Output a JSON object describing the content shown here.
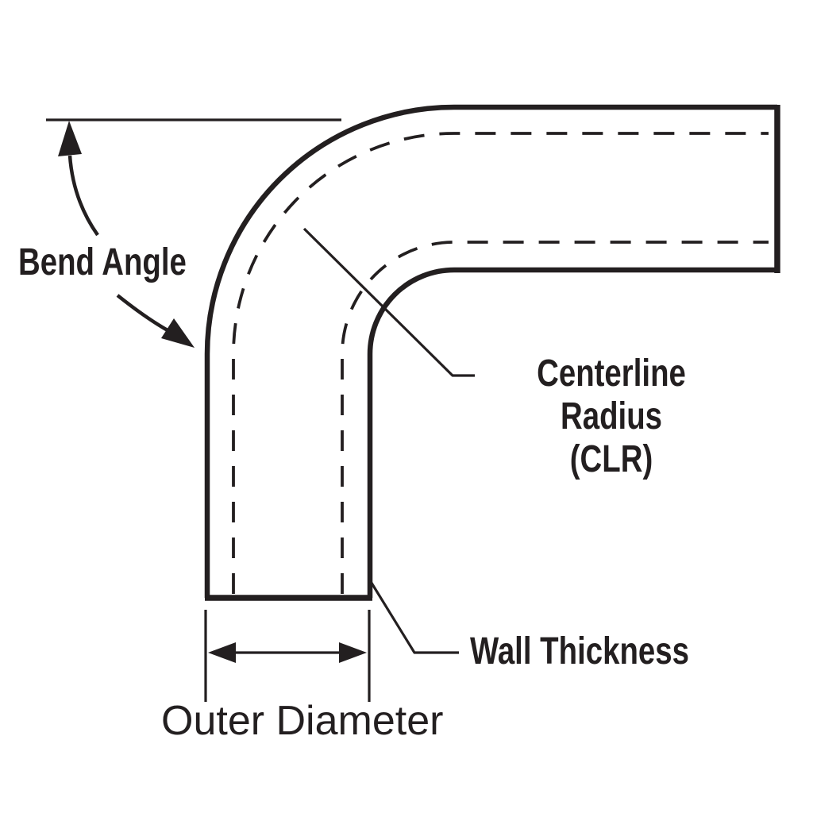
{
  "diagram": {
    "type": "technical-illustration",
    "subject": "90-degree tube bend with dimension callouts",
    "ink_color": "#231f20",
    "background_color": "#ffffff",
    "labels": {
      "bend_angle": "Bend Angle",
      "centerline_radius": "Centerline Radius",
      "clr": "(CLR)",
      "wall_thickness": "Wall Thickness",
      "outer_diameter": "Outer Diameter"
    }
  }
}
